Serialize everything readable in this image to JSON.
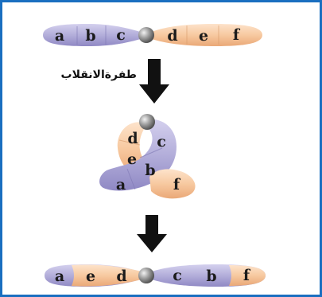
{
  "mutation_label": "طفرةالانقلاب",
  "colors": {
    "frame": "#1a6fc0",
    "purple": "#b3aeda",
    "orange": "#f7c9a0",
    "arrow": "#111111",
    "centromere": "#7a7a7a"
  },
  "top_chromosome": {
    "genes": [
      "a",
      "b",
      "c",
      "d",
      "e",
      "f"
    ]
  },
  "middle_chromosome": {
    "genes": [
      "d",
      "c",
      "e",
      "b",
      "a",
      "f"
    ]
  },
  "bottom_chromosome": {
    "genes": [
      "a",
      "e",
      "d",
      "c",
      "b",
      "f"
    ]
  }
}
